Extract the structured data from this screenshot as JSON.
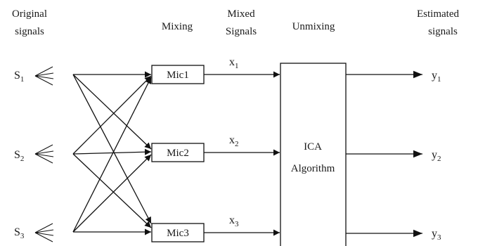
{
  "headers": {
    "original": [
      "Original",
      "signals"
    ],
    "mixing": "Mixing",
    "mixed": [
      "Mixed",
      "Signals"
    ],
    "unmixing": "Unmixing",
    "estimated": [
      "Estimated",
      "signals"
    ]
  },
  "sources": [
    {
      "base": "S",
      "sub": "1"
    },
    {
      "base": "S",
      "sub": "2"
    },
    {
      "base": "S",
      "sub": "3"
    }
  ],
  "mics": [
    "Mic1",
    "Mic2",
    "Mic3"
  ],
  "mixed_signals": [
    {
      "base": "x",
      "sub": "1"
    },
    {
      "base": "x",
      "sub": "2"
    },
    {
      "base": "x",
      "sub": "3"
    }
  ],
  "ica_box": [
    "ICA",
    "Algorithm"
  ],
  "outputs": [
    {
      "base": "y",
      "sub": "1"
    },
    {
      "base": "y",
      "sub": "2"
    },
    {
      "base": "y",
      "sub": "3"
    }
  ]
}
